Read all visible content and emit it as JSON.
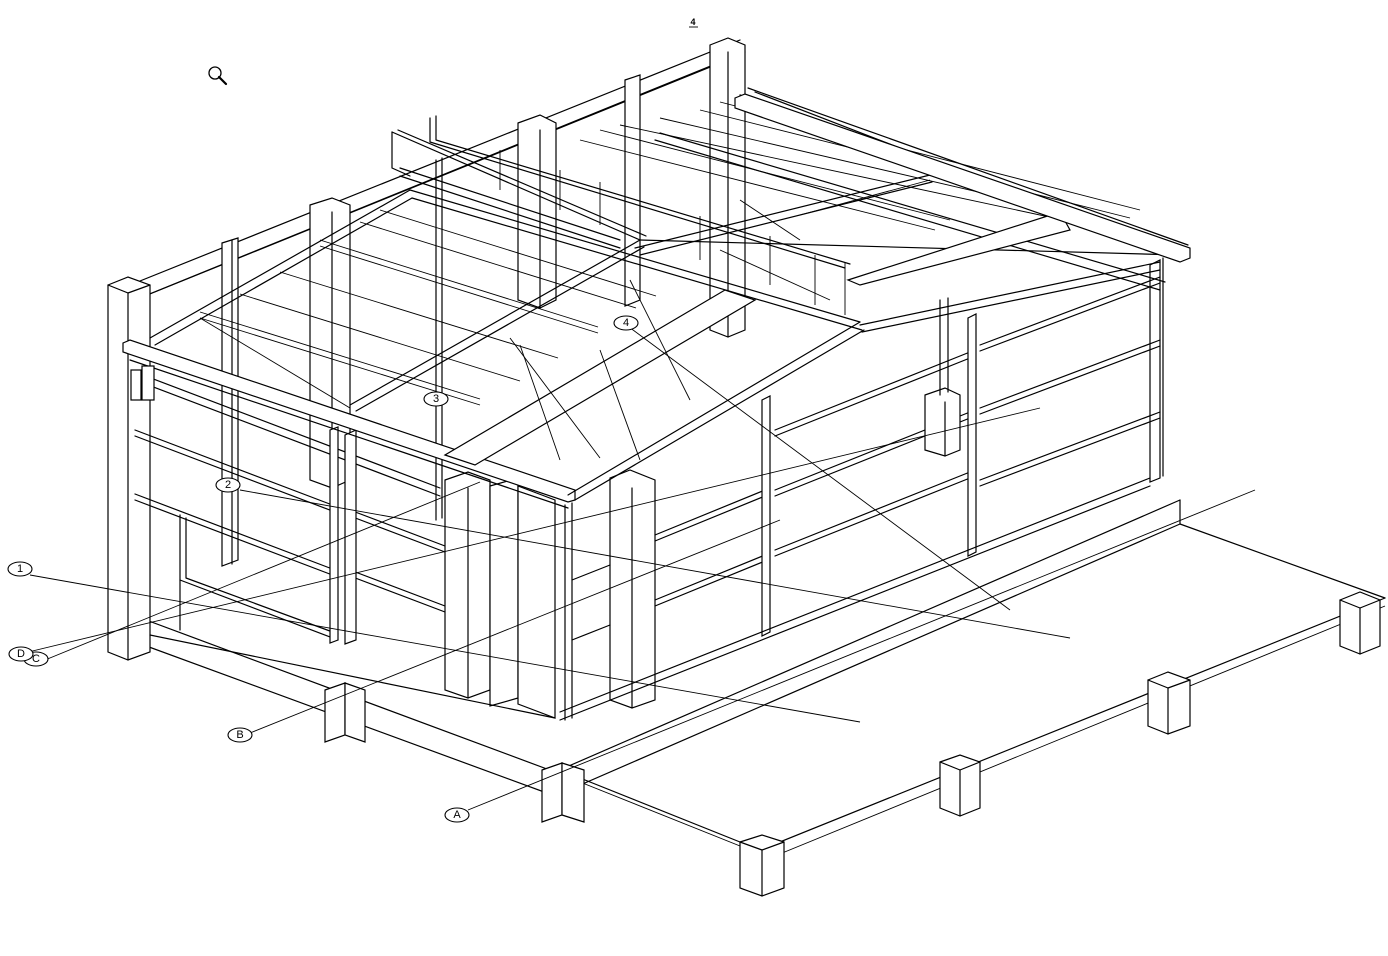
{
  "top_marker": "4",
  "grid_labels": [
    "1",
    "2",
    "3",
    "4",
    "A",
    "B",
    "C",
    "D"
  ],
  "colors": {
    "line": "#000000",
    "background": "#ffffff"
  },
  "icons": {
    "zoom": "magnifier-icon"
  }
}
